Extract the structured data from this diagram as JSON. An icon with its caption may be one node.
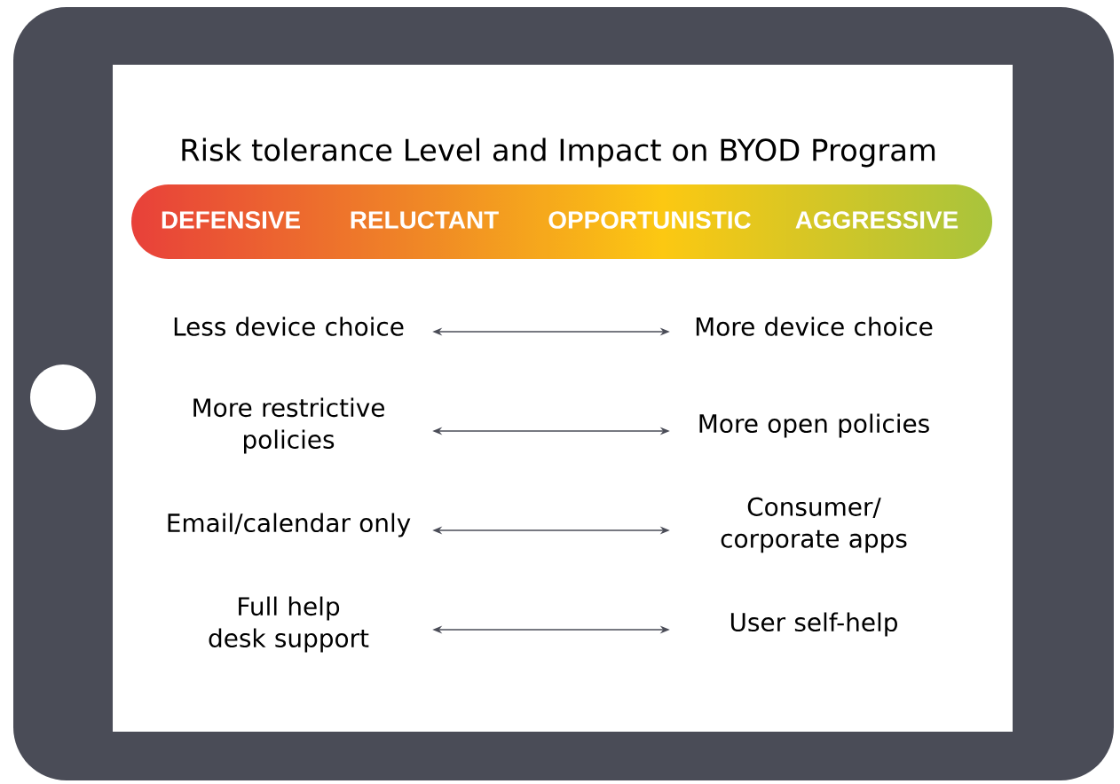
{
  "diagram": {
    "title": "Risk tolerance Level and Impact on BYOD Program",
    "nodes": [
      {
        "text": [
          "DEFENSIVE",
          "RELUCTANT",
          "OPPORTUNISTIC",
          "AGGRESSIVE"
        ]
      },
      {
        "text": [
          "Less device choice"
        ]
      },
      {
        "text": [
          "More device choice"
        ]
      },
      {
        "text": [
          "More restrictive policies"
        ]
      },
      {
        "text": [
          "More open policies"
        ]
      },
      {
        "text": [
          "Email/calendar only"
        ]
      },
      {
        "text": [
          "Consumer/ corporate apps"
        ]
      },
      {
        "text": [
          "Full help desk support"
        ]
      },
      {
        "text": [
          "User self-help"
        ]
      }
    ],
    "edges": [
      {
        "from": 1,
        "to": 2,
        "arrow": "both"
      },
      {
        "from": 3,
        "to": 4,
        "arrow": "both"
      },
      {
        "from": 5,
        "to": 6,
        "arrow": "both"
      },
      {
        "from": 7,
        "to": 8,
        "arrow": "both"
      }
    ]
  }
}
